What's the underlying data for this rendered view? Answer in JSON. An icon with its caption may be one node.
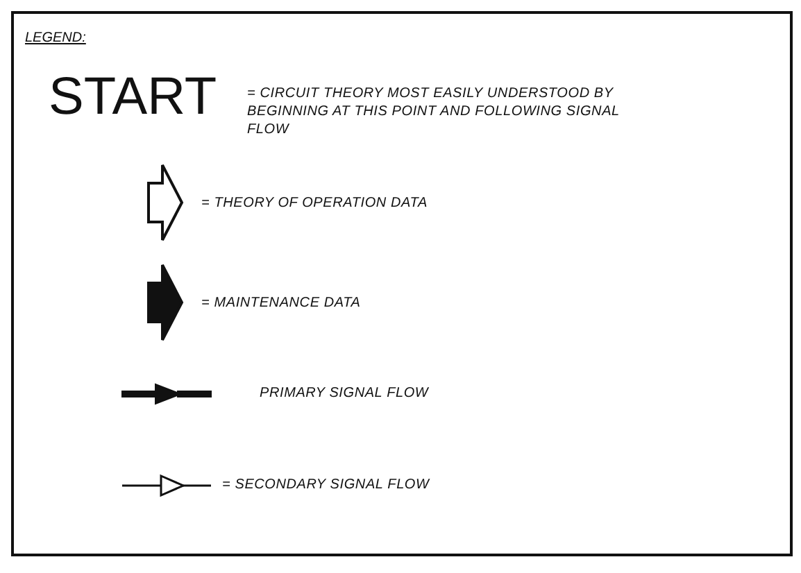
{
  "diagram": {
    "title": "LEGEND:",
    "labels": [
      "START"
    ],
    "legend": [
      {
        "text": "= CIRCUIT THEORY MOST EASILY UNDERSTOOD BY BEGINNING AT THIS POINT AND FOLLOWING SIGNAL FLOW"
      },
      {
        "text": "= THEORY OF OPERATION DATA"
      },
      {
        "text": "= MAINTENANCE DATA"
      },
      {
        "text": "PRIMARY SIGNAL FLOW"
      },
      {
        "text": "= SECONDARY SIGNAL FLOW"
      }
    ]
  }
}
